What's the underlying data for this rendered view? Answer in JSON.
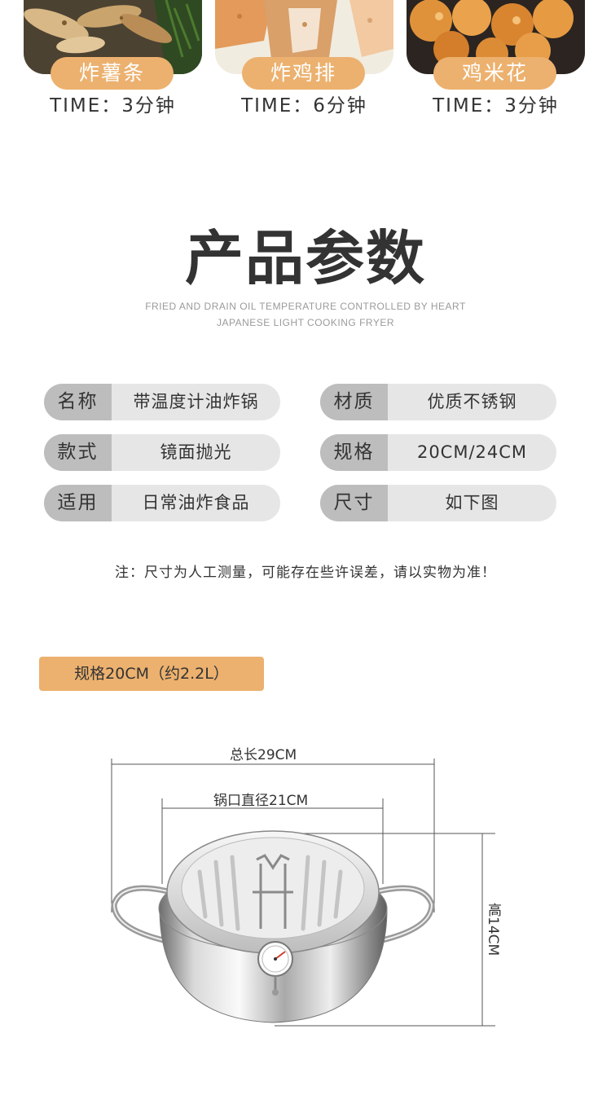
{
  "foods": [
    {
      "name": "炸薯条",
      "time": "TIME：3分钟"
    },
    {
      "name": "炸鸡排",
      "time": "TIME：6分钟"
    },
    {
      "name": "鸡米花",
      "time": "TIME：3分钟"
    }
  ],
  "section": {
    "title": "产品参数",
    "subtitle_line1": "FRIED AND DRAIN OIL TEMPERATURE CONTROLLED BY HEART",
    "subtitle_line2": "JAPANESE LIGHT COOKING FRYER"
  },
  "specs": [
    {
      "label": "名称",
      "value": "带温度计油炸锅"
    },
    {
      "label": "材质",
      "value": "优质不锈钢"
    },
    {
      "label": "款式",
      "value": "镜面抛光"
    },
    {
      "label": "规格",
      "value": "20CM/24CM"
    },
    {
      "label": "适用",
      "value": "日常油炸食品"
    },
    {
      "label": "尺寸",
      "value": "如下图"
    }
  ],
  "note": "注：尺寸为人工测量，可能存在些许误差，请以实物为准！",
  "size_tag": "规格20CM（约2.2L）",
  "dimensions": {
    "total_length": "总长29CM",
    "mouth_diameter": "锅口直径21CM",
    "height": "高14CM"
  },
  "colors": {
    "accent": "#ecb16f",
    "label_bg": "#bdbdbd",
    "pill_bg": "#e6e6e6"
  }
}
